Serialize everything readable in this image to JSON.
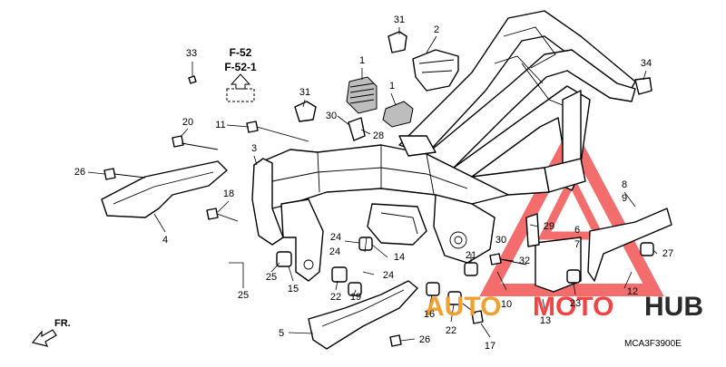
{
  "diagram": {
    "references": [
      "F-52",
      "F-52-1"
    ],
    "diagram_code": "MCA3F3900E",
    "direction_label": "FR.",
    "callouts": [
      {
        "id": "c31a",
        "num": "31"
      },
      {
        "id": "c2",
        "num": "2"
      },
      {
        "id": "c33",
        "num": "33"
      },
      {
        "id": "c1a",
        "num": "1"
      },
      {
        "id": "c1b",
        "num": "1"
      },
      {
        "id": "c34",
        "num": "34"
      },
      {
        "id": "c31b",
        "num": "31"
      },
      {
        "id": "c30a",
        "num": "30"
      },
      {
        "id": "c20",
        "num": "20"
      },
      {
        "id": "c11",
        "num": "11"
      },
      {
        "id": "c28",
        "num": "28"
      },
      {
        "id": "c3",
        "num": "3"
      },
      {
        "id": "c26a",
        "num": "26"
      },
      {
        "id": "c8",
        "num": "8"
      },
      {
        "id": "c9",
        "num": "9"
      },
      {
        "id": "c18",
        "num": "18"
      },
      {
        "id": "c29",
        "num": "29"
      },
      {
        "id": "c6",
        "num": "6"
      },
      {
        "id": "c7",
        "num": "7"
      },
      {
        "id": "c4",
        "num": "4"
      },
      {
        "id": "c24a",
        "num": "24"
      },
      {
        "id": "c30b",
        "num": "30"
      },
      {
        "id": "c24b",
        "num": "24"
      },
      {
        "id": "c14",
        "num": "14"
      },
      {
        "id": "c21",
        "num": "21"
      },
      {
        "id": "c32",
        "num": "32"
      },
      {
        "id": "c27",
        "num": "27"
      },
      {
        "id": "c25a",
        "num": "25"
      },
      {
        "id": "c15",
        "num": "15"
      },
      {
        "id": "c24c",
        "num": "24"
      },
      {
        "id": "c22a",
        "num": "22"
      },
      {
        "id": "c19",
        "num": "19"
      },
      {
        "id": "c10",
        "num": "10"
      },
      {
        "id": "c23",
        "num": "23"
      },
      {
        "id": "c12",
        "num": "12"
      },
      {
        "id": "c25b",
        "num": "25"
      },
      {
        "id": "c16",
        "num": "16"
      },
      {
        "id": "c13",
        "num": "13"
      },
      {
        "id": "c5",
        "num": "5"
      },
      {
        "id": "c22b",
        "num": "22"
      },
      {
        "id": "c26b",
        "num": "26"
      },
      {
        "id": "c17",
        "num": "17"
      }
    ]
  },
  "watermark": {
    "text_part1": "AUTO",
    "text_part2": "MOTO",
    "text_part3": "HUB",
    "color_red": "#f04545",
    "color_orange": "#f0a030",
    "color_dark": "#2a2a2a"
  }
}
